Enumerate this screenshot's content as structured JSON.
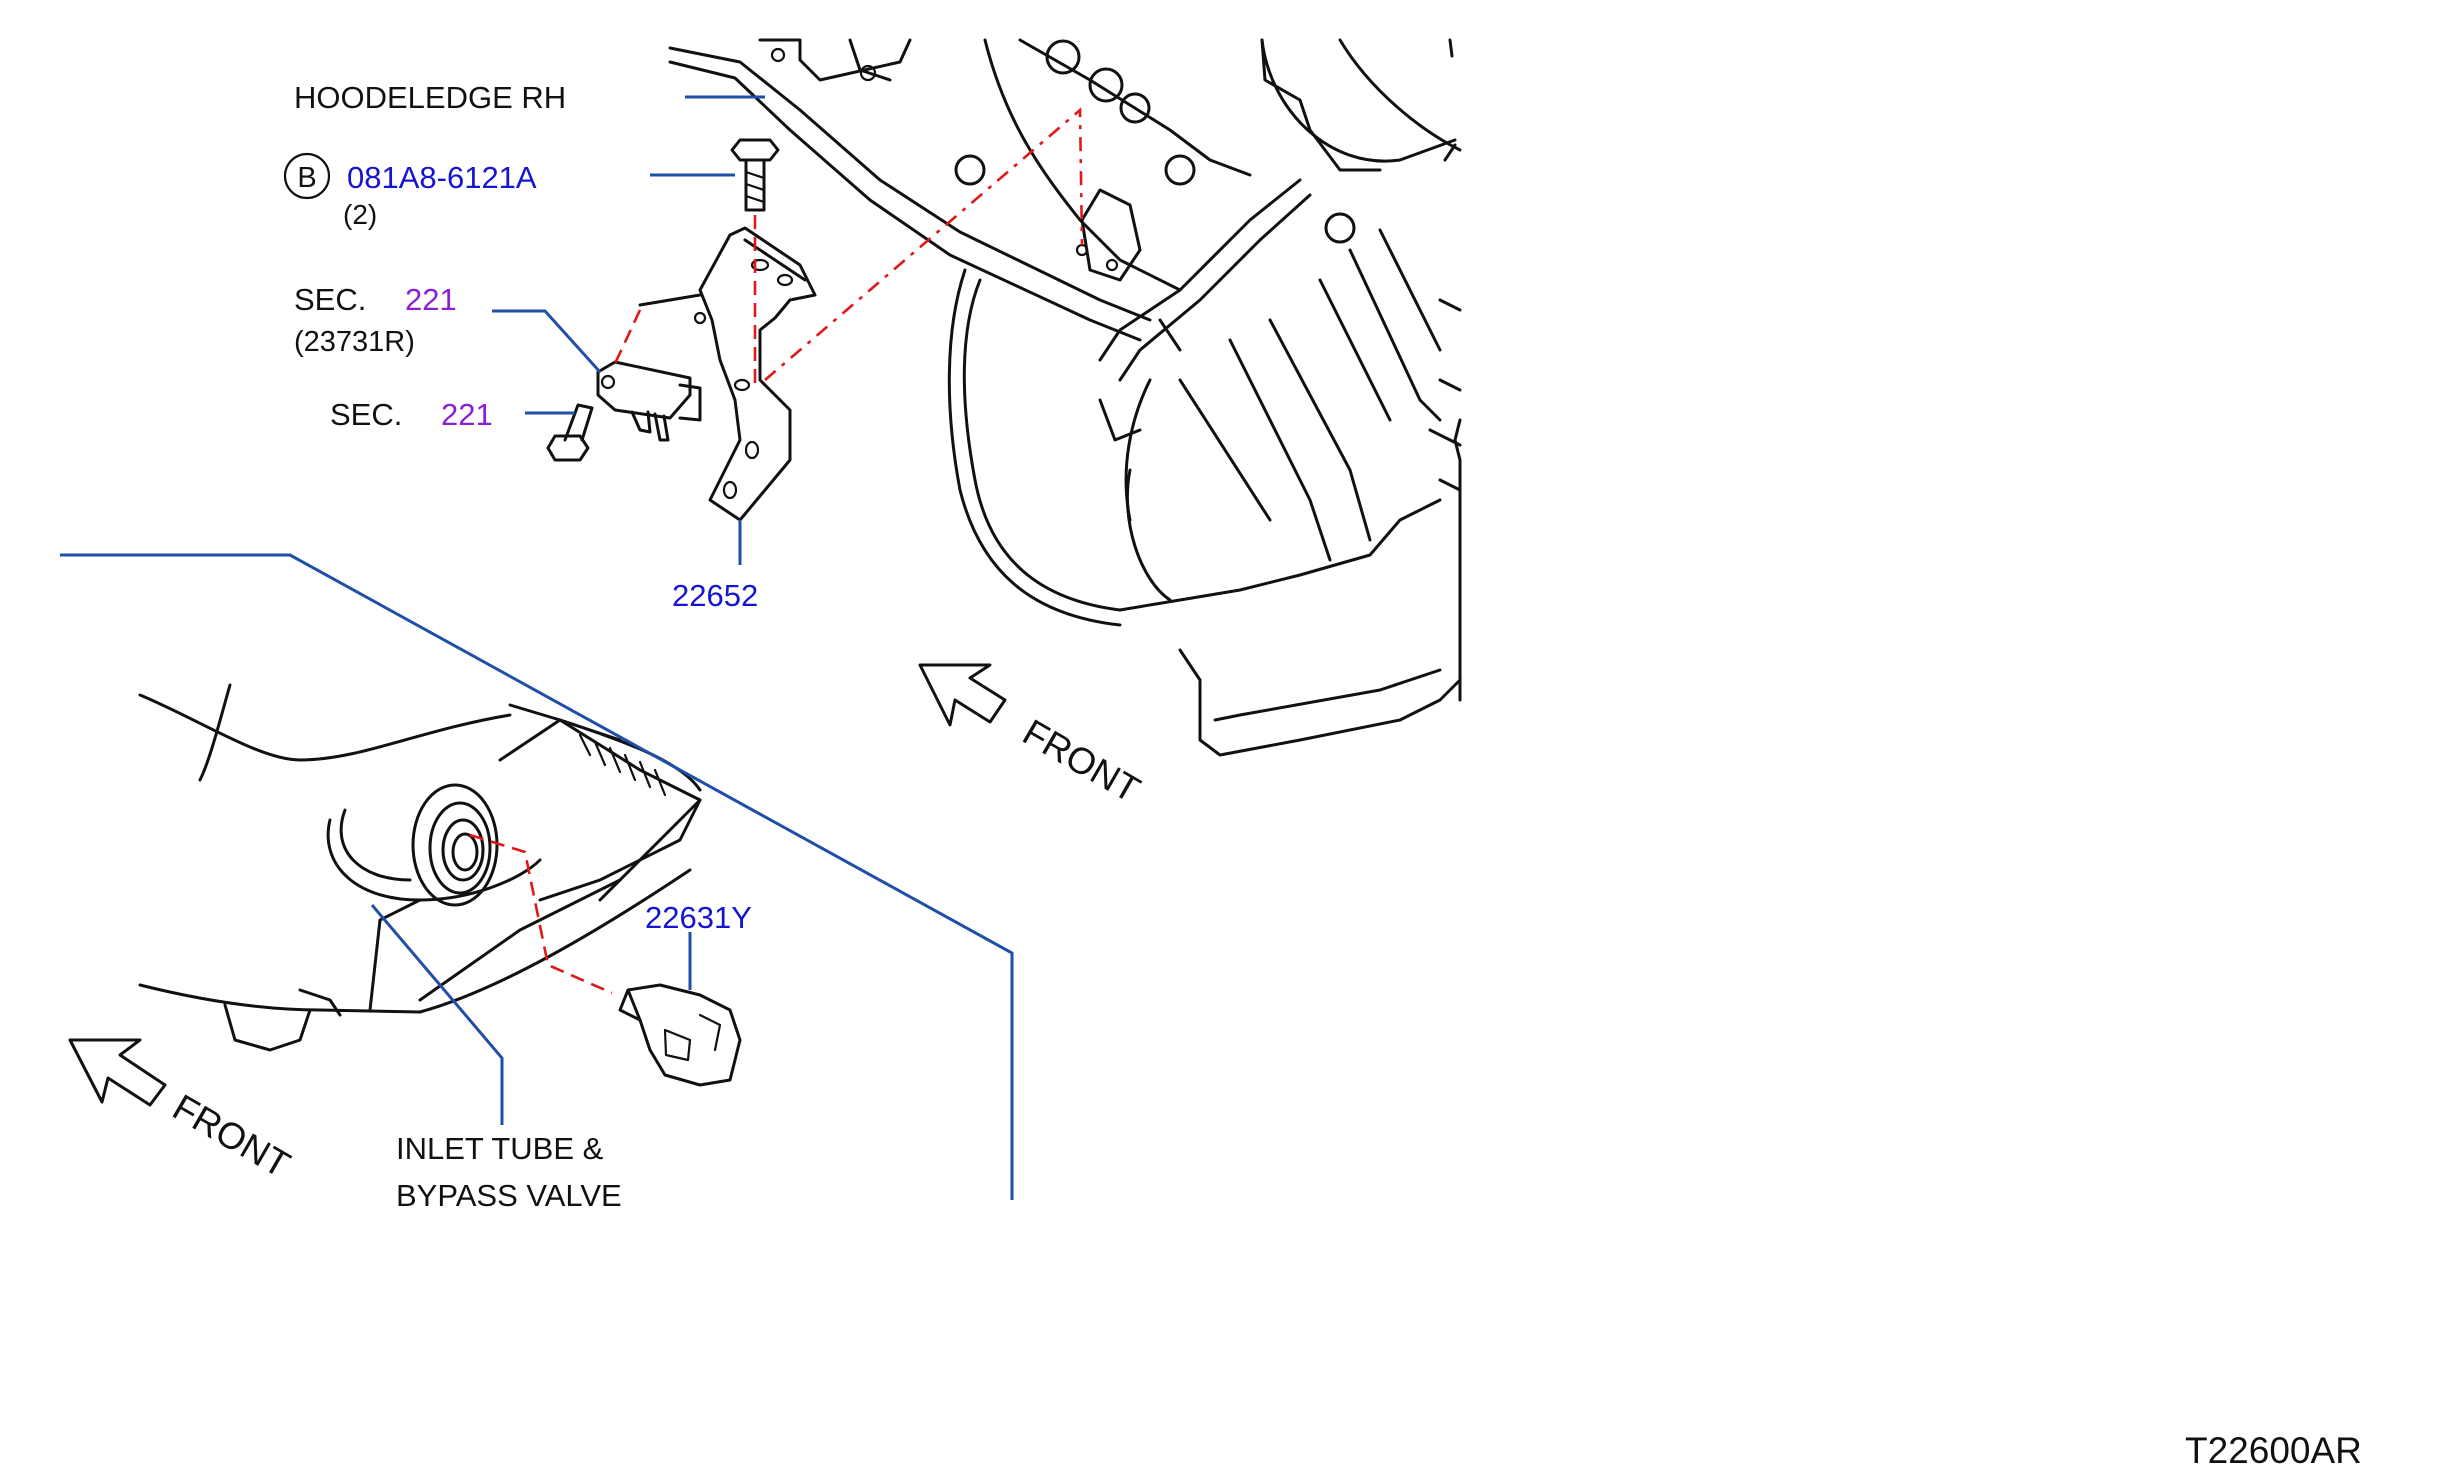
{
  "labels": {
    "hoodledge": "HOODELEDGE  RH",
    "bolt_ref_letter": "B",
    "bolt_part": "081A8-6121A",
    "bolt_qty": "(2)",
    "sec_prefix_1": "SEC.",
    "sec_num_1": "221",
    "sec_sub_1": "(23731R)",
    "sec_prefix_2": "SEC.",
    "sec_num_2": "221",
    "bracket_part": "22652",
    "sensor_part": "22631Y",
    "front_top": "FRONT",
    "front_bottom": "FRONT",
    "inlet_line1": "INLET  TUBE  &",
    "inlet_line2": "BYPASS  VALVE",
    "figure_code": "T22600AR"
  },
  "colors": {
    "part_number": "#1414d2",
    "section_ref": "#8a1fd6",
    "leader": "#1f4fa8",
    "dashed_link": "#e01818",
    "line_art": "#111111"
  }
}
